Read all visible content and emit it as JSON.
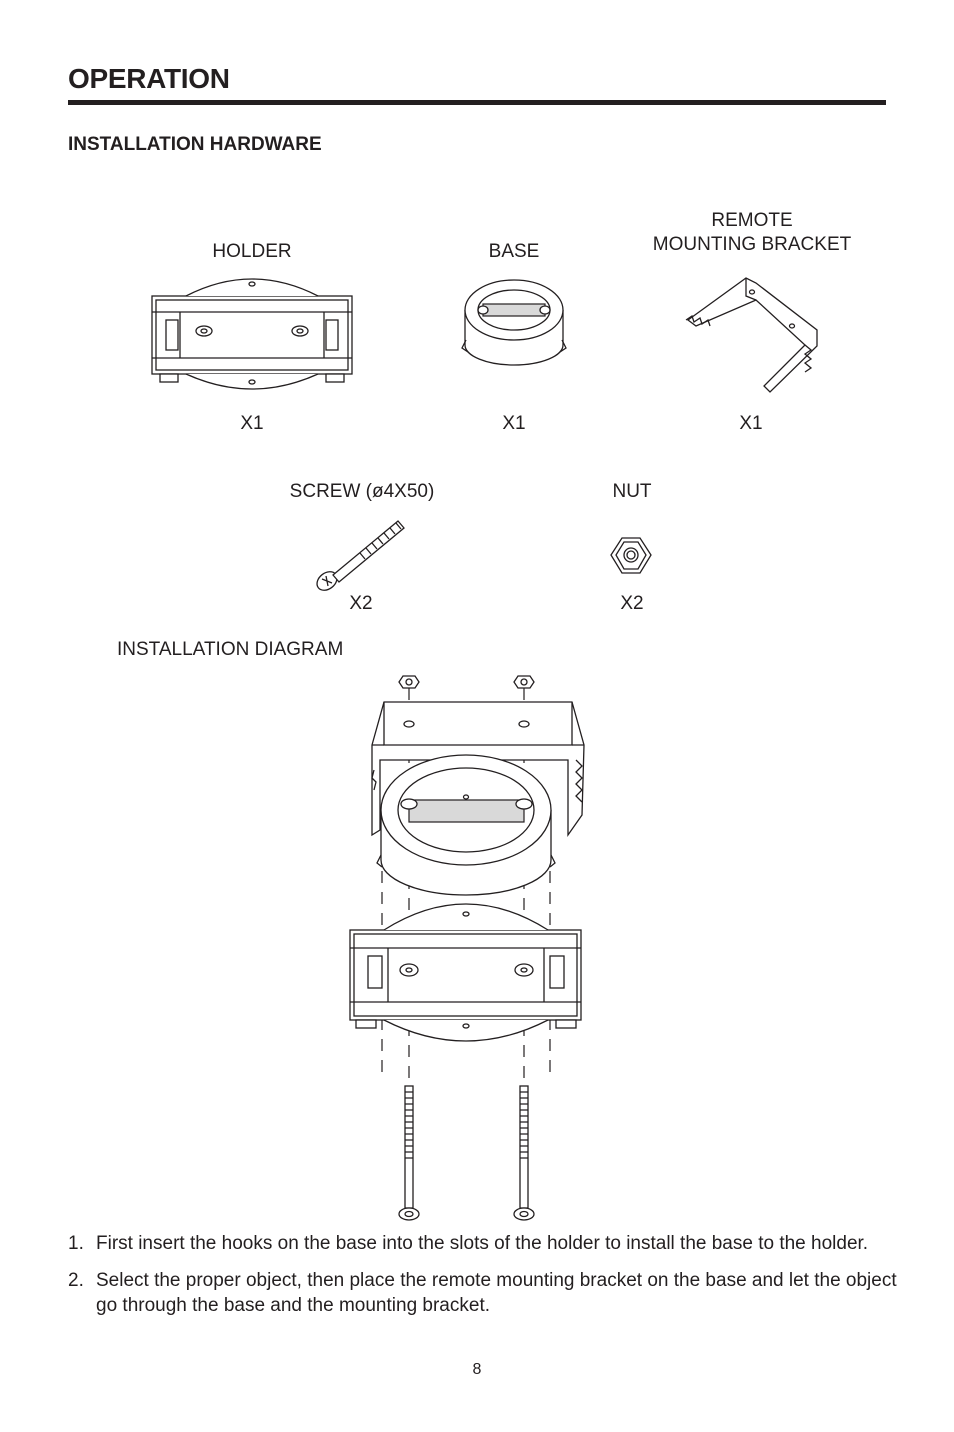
{
  "header": {
    "title": "OPERATION"
  },
  "hardware": {
    "heading": "INSTALLATION HARDWARE",
    "items": [
      {
        "name": "HOLDER",
        "qty": "X1"
      },
      {
        "name": "BASE",
        "qty": "X1"
      },
      {
        "name_line1": "REMOTE",
        "name_line2": "MOUNTING BRACKET",
        "qty": "X1"
      },
      {
        "name": "SCREW (ø4X50)",
        "qty": "X2"
      },
      {
        "name": "NUT",
        "qty": "X2"
      }
    ]
  },
  "diagram": {
    "heading": "INSTALLATION DIAGRAM"
  },
  "instructions": [
    {
      "num": "1.",
      "text": "First insert the hooks on the base into the slots of the holder to install the base to the holder."
    },
    {
      "num": "2.",
      "text": "Select the proper object, then place the remote mounting bracket on the base and let the object go through the base and the mounting bracket."
    }
  ],
  "footer": {
    "page_number": "8"
  }
}
